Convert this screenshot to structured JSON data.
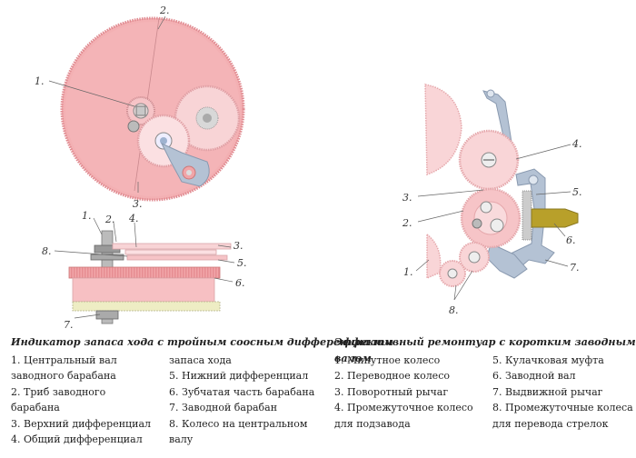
{
  "left_figure": {
    "labels": {
      "top_view": [
        "1.",
        "2.",
        "3."
      ],
      "side_view": [
        "1.",
        "2.",
        "4.",
        "3.",
        "8.",
        "5.",
        "6.",
        "7."
      ]
    },
    "caption": "Индикатор запаса хода с тройным соосным дифференциалом",
    "legend": [
      "1. Центральный вал",
      "заводного барабана",
      "2. Триб заводного",
      "барабана",
      "3. Верхний дифференциал",
      "4. Общий дифференциал",
      "запаса хода",
      "5. Нижний дифференциал",
      "6. Зубчатая часть барабана",
      "7. Заводной барабан",
      "8. Колесо на центральном",
      "валу"
    ]
  },
  "right_figure": {
    "labels": [
      "4.",
      "3.",
      "5.",
      "2.",
      "6.",
      "1.",
      "7.",
      "8."
    ],
    "caption": "Эффективный ремонтуар с коротким заводным валом",
    "legend": [
      "1. Минутное колесо",
      "2. Переводное колесо",
      "3. Поворотный рычаг",
      "4. Промежуточное колесо",
      "для подзавода",
      "5. Кулачковая муфта",
      "6. Заводной вал",
      "7. Выдвижной рычаг",
      "8. Промежуточные колеса",
      "для перевода стрелок"
    ]
  },
  "colors": {
    "barrel_pink": "#f1a5a8",
    "light_pink": "#f9d5d7",
    "steel_blue": "#b4c2d4",
    "olive_stem": "#b8a02a",
    "cream_barrel": "#eeedc4"
  }
}
